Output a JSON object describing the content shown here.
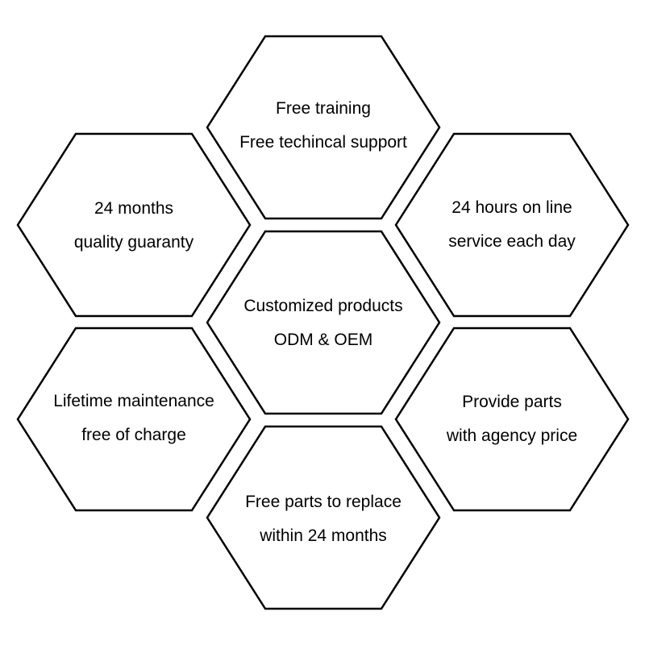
{
  "hexagons": [
    {
      "id": "top",
      "lines": [
        "Free training",
        "Free techincal support"
      ]
    },
    {
      "id": "upper-left",
      "lines": [
        "24 months",
        "quality guaranty"
      ]
    },
    {
      "id": "upper-right",
      "lines": [
        "24 hours on line",
        "service each day"
      ]
    },
    {
      "id": "center",
      "lines": [
        "Customized products",
        "ODM & OEM"
      ]
    },
    {
      "id": "lower-left",
      "lines": [
        "Lifetime maintenance",
        "free of charge"
      ]
    },
    {
      "id": "lower-right",
      "lines": [
        "Provide parts",
        "with agency price"
      ]
    },
    {
      "id": "bottom",
      "lines": [
        "Free parts to replace",
        "within 24 months"
      ]
    }
  ],
  "colors": {
    "stroke": "#000000",
    "fill": "#ffffff",
    "text": "#000000",
    "background": "#ffffff"
  }
}
